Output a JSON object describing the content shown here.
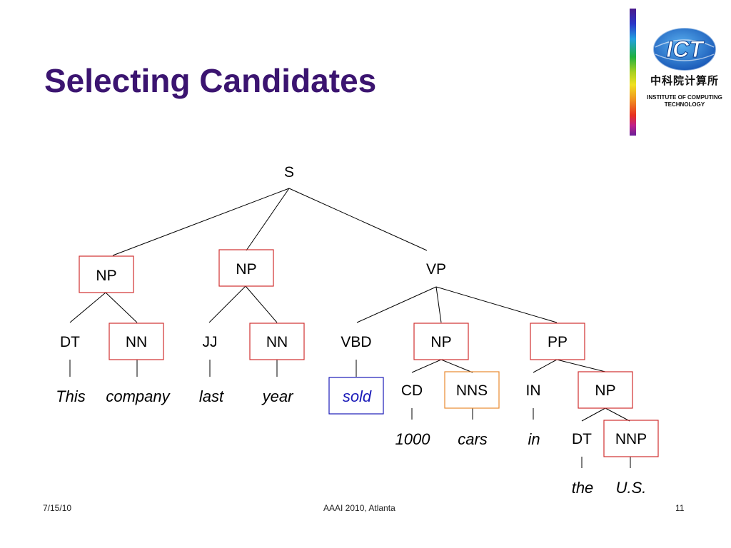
{
  "slide": {
    "title": "Selecting Candidates",
    "footer": {
      "date": "7/15/10",
      "venue": "AAAI 2010, Atlanta",
      "page": "11"
    }
  },
  "logo": {
    "acronym": "ICT",
    "chinese_name": "中科院计算所",
    "english_lines": [
      "INSTITUTE OF COMPUTING",
      "TECHNOLOGY"
    ],
    "icon": "ict-globe-logo-icon"
  },
  "colors": {
    "title": "#3b1470",
    "candidate_box": "#d03030",
    "selected_word_box": "#1a1ab8",
    "highlight_box": "#e88a30",
    "selected_word_text": "#1a1ab8"
  },
  "tree": {
    "root": "S",
    "phrases": {
      "np1": "NP",
      "np2": "NP",
      "vp": "VP",
      "dt1": "DT",
      "nn1": "NN",
      "jj": "JJ",
      "nn2": "NN",
      "vbd": "VBD",
      "np3": "NP",
      "pp": "PP",
      "cd": "CD",
      "nns": "NNS",
      "in": "IN",
      "np4": "NP",
      "dt2": "DT",
      "nnp": "NNP"
    },
    "words": {
      "this": "This",
      "company": "company",
      "last": "last",
      "year": "year",
      "sold": "sold",
      "1000": "1000",
      "cars": "cars",
      "in": "in",
      "the": "the",
      "us": "U.S."
    },
    "boxed_candidates": [
      "NP",
      "NP",
      "NN",
      "NN",
      "NP",
      "PP",
      "NP",
      "NNP"
    ],
    "highlighted": [
      "NNS"
    ],
    "selected_word": "sold"
  }
}
